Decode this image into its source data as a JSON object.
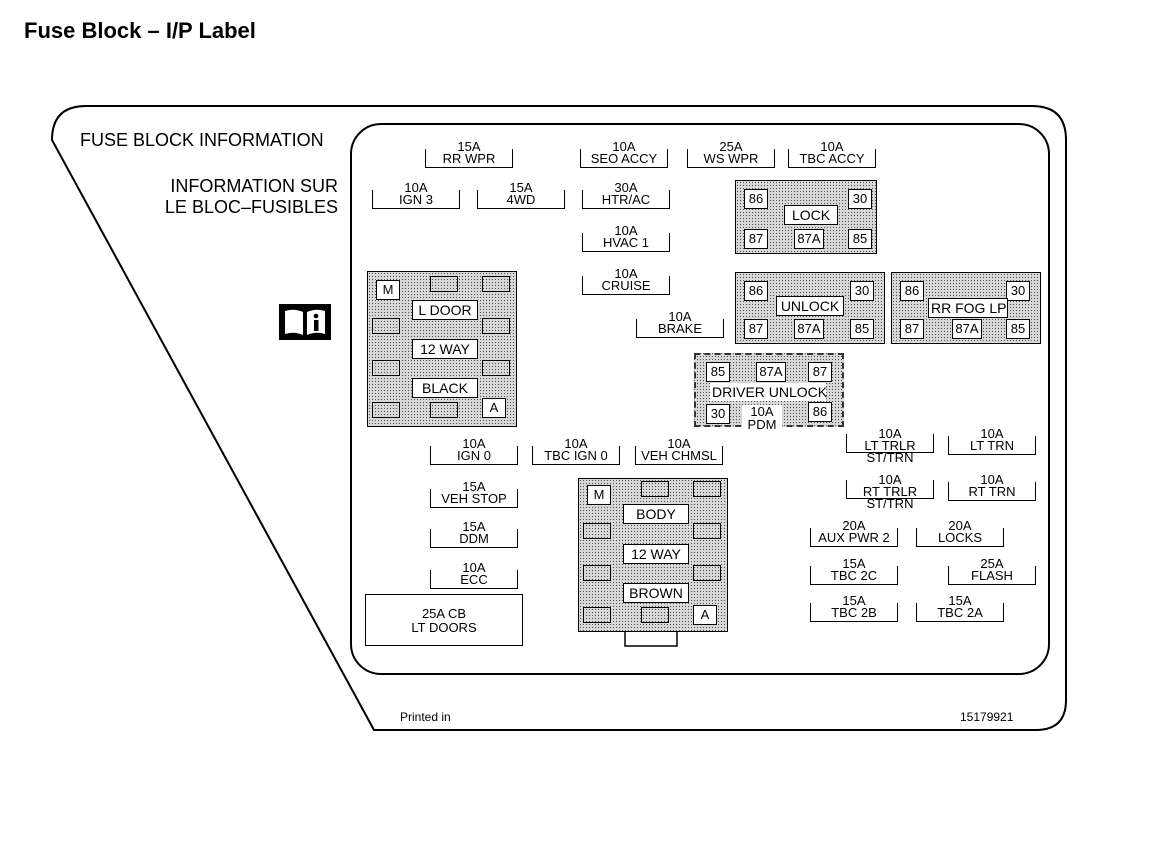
{
  "page_title": "Fuse Block – I/P Label",
  "headers": {
    "en": "FUSE BLOCK INFORMATION",
    "fr_line1": "INFORMATION SUR",
    "fr_line2": "LE BLOC–FUSIBLES"
  },
  "icon": "info-book-icon",
  "fuses": {
    "rr_wpr": {
      "amp": "15A",
      "name": "RR WPR"
    },
    "seo_accy": {
      "amp": "10A",
      "name": "SEO ACCY"
    },
    "ws_wpr": {
      "amp": "25A",
      "name": "WS WPR"
    },
    "tbc_accy": {
      "amp": "10A",
      "name": "TBC ACCY"
    },
    "ign3": {
      "amp": "10A",
      "name": "IGN 3"
    },
    "fwd": {
      "amp": "15A",
      "name": "4WD"
    },
    "htr_ac": {
      "amp": "30A",
      "name": "HTR/AC"
    },
    "hvac1": {
      "amp": "10A",
      "name": "HVAC 1"
    },
    "cruise": {
      "amp": "10A",
      "name": "CRUISE"
    },
    "brake": {
      "amp": "10A",
      "name": "BRAKE"
    },
    "ign0": {
      "amp": "10A",
      "name": "IGN 0"
    },
    "tbc_ign0": {
      "amp": "10A",
      "name": "TBC IGN 0"
    },
    "veh_chmsl": {
      "amp": "10A",
      "name": "VEH CHMSL"
    },
    "veh_stop": {
      "amp": "15A",
      "name": "VEH STOP"
    },
    "ddm": {
      "amp": "15A",
      "name": "DDM"
    },
    "ecc": {
      "amp": "10A",
      "name": "ECC"
    },
    "lt_trlr": {
      "amp": "10A",
      "name": "LT TRLR",
      "name2": "ST/TRN"
    },
    "lt_trn": {
      "amp": "10A",
      "name": "LT TRN"
    },
    "rt_trlr": {
      "amp": "10A",
      "name": "RT TRLR",
      "name2": "ST/TRN"
    },
    "rt_trn": {
      "amp": "10A",
      "name": "RT TRN"
    },
    "aux_pwr2": {
      "amp": "20A",
      "name": "AUX PWR 2"
    },
    "locks": {
      "amp": "20A",
      "name": "LOCKS"
    },
    "tbc2c": {
      "amp": "15A",
      "name": "TBC 2C"
    },
    "flash": {
      "amp": "25A",
      "name": "FLASH"
    },
    "tbc2b": {
      "amp": "15A",
      "name": "TBC 2B"
    },
    "tbc2a": {
      "amp": "15A",
      "name": "TBC 2A"
    }
  },
  "circuit_breaker": {
    "line1": "25A CB",
    "line2": "LT DOORS"
  },
  "relays": {
    "lock": {
      "name": "LOCK",
      "p86": "86",
      "p30": "30",
      "p87": "87",
      "p87a": "87A",
      "p85": "85"
    },
    "unlock": {
      "name": "UNLOCK",
      "p86": "86",
      "p30": "30",
      "p87": "87",
      "p87a": "87A",
      "p85": "85"
    },
    "rr_fog": {
      "name": "RR FOG LP",
      "p86": "86",
      "p30": "30",
      "p87": "87",
      "p87a": "87A",
      "p85": "85"
    },
    "driver_unlock": {
      "name": "DRIVER UNLOCK",
      "p85": "85",
      "p87a": "87A",
      "p87": "87",
      "p30": "30",
      "p86": "86",
      "pdm_amp": "10A",
      "pdm": "PDM"
    }
  },
  "connectors": {
    "left": {
      "m": "M",
      "a": "A",
      "l1": "L DOOR",
      "l2": "12 WAY",
      "l3": "BLACK"
    },
    "mid": {
      "m": "M",
      "a": "A",
      "l1": "BODY",
      "l2": "12 WAY",
      "l3": "BROWN"
    }
  },
  "footer": {
    "printed": "Printed in",
    "part": "15179921"
  }
}
